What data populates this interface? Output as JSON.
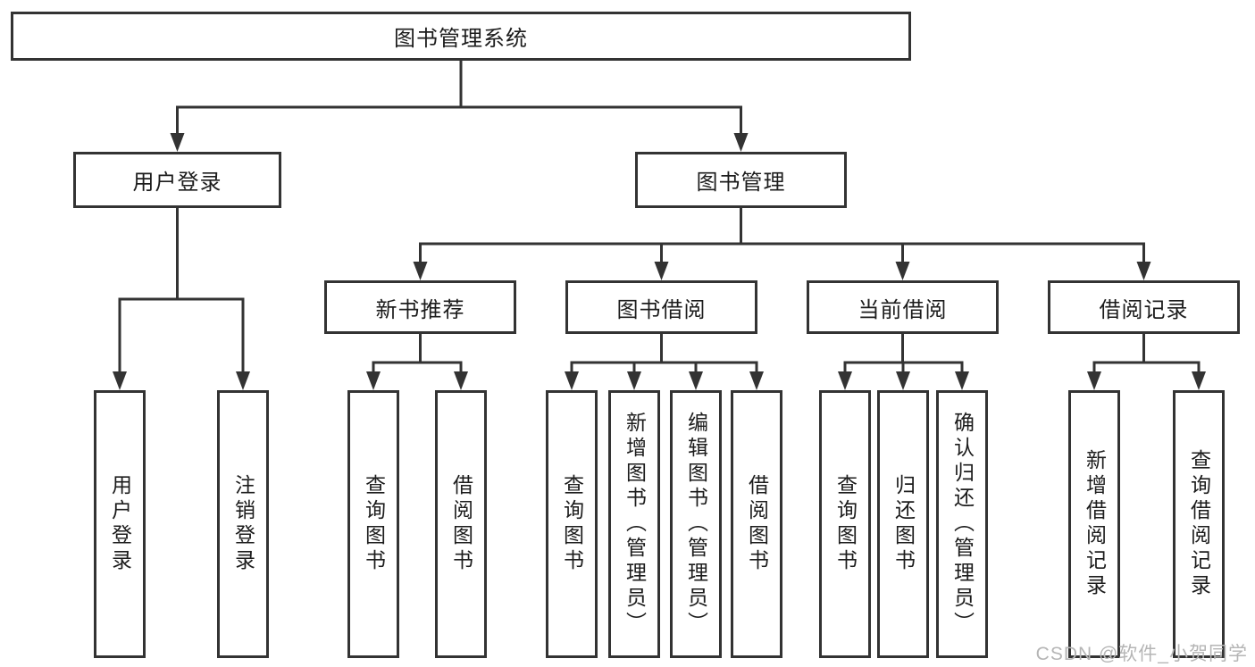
{
  "diagram": {
    "root": {
      "label": "图书管理系统"
    },
    "branches": [
      {
        "label": "用户登录",
        "children": [
          {
            "label": "用户登录"
          },
          {
            "label": "注销登录"
          }
        ]
      },
      {
        "label": "图书管理",
        "children": [
          {
            "label": "新书推荐",
            "children": [
              {
                "label": "查询图书"
              },
              {
                "label": "借阅图书"
              }
            ]
          },
          {
            "label": "图书借阅",
            "children": [
              {
                "label": "查询图书"
              },
              {
                "label": "新增图书（管理员）"
              },
              {
                "label": "编辑图书（管理员）"
              },
              {
                "label": "借阅图书"
              }
            ]
          },
          {
            "label": "当前借阅",
            "children": [
              {
                "label": "查询图书"
              },
              {
                "label": "归还图书"
              },
              {
                "label": "确认归还（管理员）"
              }
            ]
          },
          {
            "label": "借阅记录",
            "children": [
              {
                "label": "新增借阅记录"
              },
              {
                "label": "查询借阅记录"
              }
            ]
          }
        ]
      }
    ]
  },
  "watermark": {
    "text": "CSDN @软件_小贺同学"
  },
  "colors": {
    "line": "#333333",
    "box_border": "#333333",
    "text": "#1c1c1c",
    "background": "#ffffff",
    "watermark": "#b5b5b5"
  }
}
